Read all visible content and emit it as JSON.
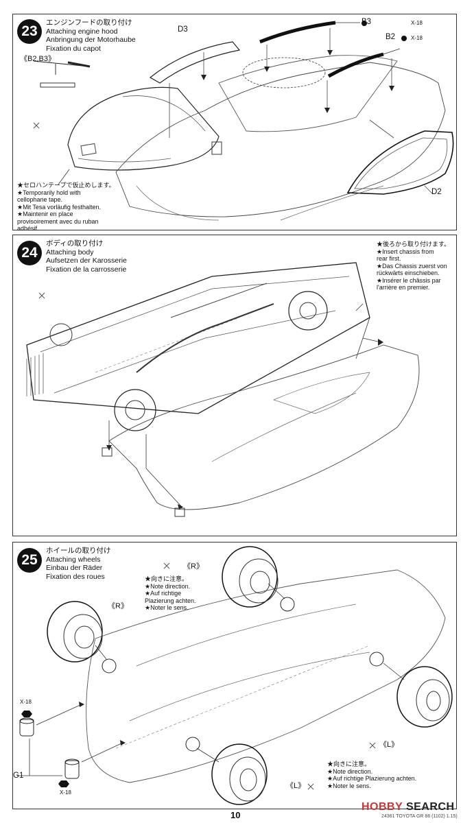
{
  "steps": [
    {
      "number": "23",
      "title_jp": "エンジンフードの取り付け",
      "title_en": "Attaching engine hood",
      "title_de": "Anbringung der Motorhaube",
      "title_fr": "Fixation du capot",
      "parts_label": "《B2,B3》",
      "note": [
        "★セロハンテープで仮止めします。",
        "★Temporarily hold with",
        "cellophane tape.",
        "★Mit Tesa vorläufig festhalten.",
        "★Maintenir en place",
        "provisoirement avec du ruban",
        "adhésif."
      ],
      "labels": {
        "d3": "D3",
        "b3": "B3",
        "b2": "B2",
        "x18_a": "X-18",
        "x18_b": "X-18",
        "d2": "D2"
      }
    },
    {
      "number": "24",
      "title_jp": "ボディの取り付け",
      "title_en": "Attaching body",
      "title_de": "Aufsetzen der Karosserie",
      "title_fr": "Fixation de la carrosserie",
      "note": [
        "★後ろから取り付けます。",
        "★Insert chassis from",
        "rear first.",
        "★Das Chassis zuerst von",
        "rückwärts einschieben.",
        "★Insérer le châssis par",
        "l'arrière en premier."
      ]
    },
    {
      "number": "25",
      "title_jp": "ホイールの取り付け",
      "title_en": "Attaching wheels",
      "title_de": "Einbau der Räder",
      "title_fr": "Fixation des roues",
      "note_top": [
        "★向きに注意。",
        "★Note direction.",
        "★Auf richtige",
        "Plazierung achten.",
        "★Noter le sens."
      ],
      "note_bottom": [
        "★向きに注意。",
        "★Note direction.",
        "★Auf richtige Plazierung achten.",
        "★Noter le sens."
      ],
      "labels": {
        "r_top": "《R》",
        "r_left": "《R》",
        "l_right": "《L》",
        "l_bottom": "《L》",
        "x18_top": "X-18",
        "x18_bottom": "X-18",
        "g1": "G1"
      }
    }
  ],
  "footer": {
    "page": "10",
    "code": "24361  TOYOTA GR 86 (1102) 1.15)",
    "watermark_a": "HOBBY",
    "watermark_b": "SEARCH"
  }
}
